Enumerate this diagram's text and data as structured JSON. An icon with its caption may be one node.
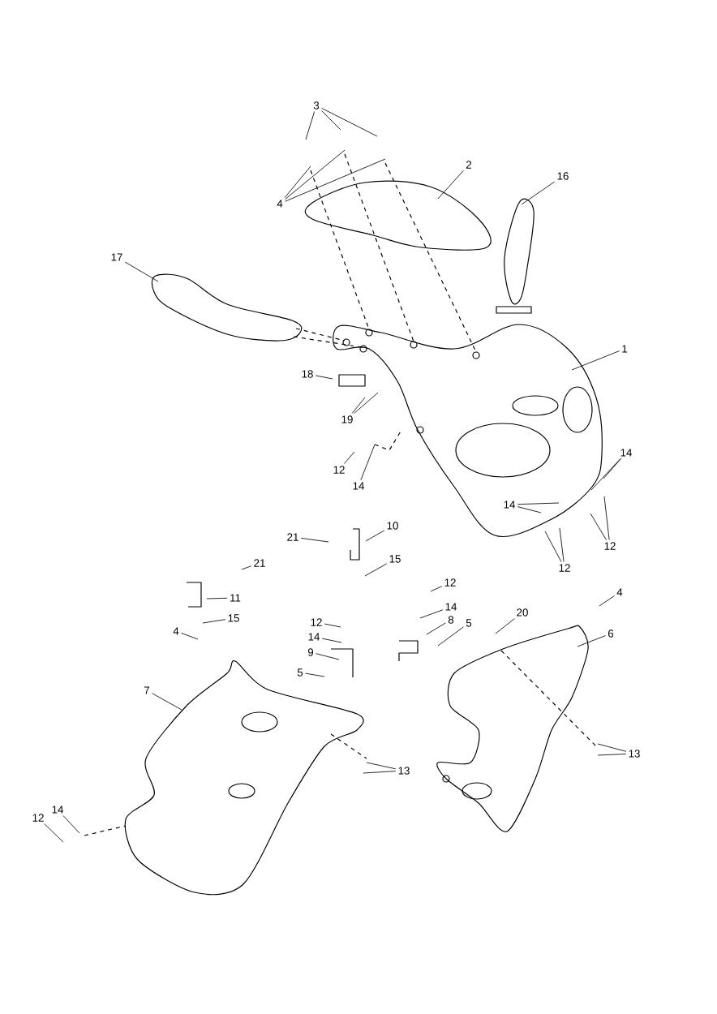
{
  "diagram": {
    "nodes": [
      {
        "text": [
          "1"
        ]
      },
      {
        "text": [
          "2"
        ]
      },
      {
        "text": [
          "3"
        ]
      },
      {
        "text": [
          "4"
        ]
      },
      {
        "text": [
          "16"
        ]
      },
      {
        "text": [
          "17"
        ]
      },
      {
        "text": [
          "18"
        ]
      },
      {
        "text": [
          "19"
        ]
      },
      {
        "text": [
          "12"
        ]
      },
      {
        "text": [
          "14"
        ]
      },
      {
        "text": [
          "14"
        ]
      },
      {
        "text": [
          "14"
        ]
      },
      {
        "text": [
          "12"
        ]
      },
      {
        "text": [
          "12"
        ]
      },
      {
        "text": [
          "21"
        ]
      },
      {
        "text": [
          "10"
        ]
      },
      {
        "text": [
          "15"
        ]
      },
      {
        "text": [
          "21"
        ]
      },
      {
        "text": [
          "11"
        ]
      },
      {
        "text": [
          "15"
        ]
      },
      {
        "text": [
          "12"
        ]
      },
      {
        "text": [
          "14"
        ]
      },
      {
        "text": [
          "8"
        ]
      },
      {
        "text": [
          "5"
        ]
      },
      {
        "text": [
          "12"
        ]
      },
      {
        "text": [
          "14"
        ]
      },
      {
        "text": [
          "9"
        ]
      },
      {
        "text": [
          "5"
        ]
      },
      {
        "text": [
          "4"
        ]
      },
      {
        "text": [
          "20"
        ]
      },
      {
        "text": [
          "6"
        ]
      },
      {
        "text": [
          "4"
        ]
      },
      {
        "text": [
          "7"
        ]
      },
      {
        "text": [
          "13"
        ]
      },
      {
        "text": [
          "13"
        ]
      },
      {
        "text": [
          "12"
        ]
      },
      {
        "text": [
          "14"
        ]
      }
    ],
    "edges": [
      {
        "from": 0,
        "to": null,
        "arrow": "none"
      },
      {
        "from": 1,
        "to": null,
        "arrow": "none"
      },
      {
        "from": 2,
        "to": null,
        "arrow": "none"
      },
      {
        "from": 2,
        "to": null,
        "arrow": "none"
      },
      {
        "from": 2,
        "to": null,
        "arrow": "none"
      },
      {
        "from": 3,
        "to": null,
        "arrow": "none"
      },
      {
        "from": 3,
        "to": null,
        "arrow": "none"
      },
      {
        "from": 3,
        "to": null,
        "arrow": "none"
      },
      {
        "from": 4,
        "to": null,
        "arrow": "none"
      },
      {
        "from": 5,
        "to": null,
        "arrow": "none"
      },
      {
        "from": 6,
        "to": null,
        "arrow": "none"
      },
      {
        "from": 7,
        "to": null,
        "arrow": "none"
      },
      {
        "from": 7,
        "to": null,
        "arrow": "none"
      },
      {
        "from": 8,
        "to": null,
        "arrow": "none"
      },
      {
        "from": 9,
        "to": null,
        "arrow": "none"
      },
      {
        "from": 10,
        "to": null,
        "arrow": "none"
      },
      {
        "from": 10,
        "to": null,
        "arrow": "none"
      },
      {
        "from": 11,
        "to": null,
        "arrow": "none"
      },
      {
        "from": 11,
        "to": null,
        "arrow": "none"
      },
      {
        "from": 12,
        "to": null,
        "arrow": "none"
      },
      {
        "from": 12,
        "to": null,
        "arrow": "none"
      },
      {
        "from": 13,
        "to": null,
        "arrow": "none"
      },
      {
        "from": 13,
        "to": null,
        "arrow": "none"
      },
      {
        "from": 14,
        "to": null,
        "arrow": "none"
      },
      {
        "from": 15,
        "to": null,
        "arrow": "none"
      },
      {
        "from": 16,
        "to": null,
        "arrow": "none"
      },
      {
        "from": 17,
        "to": null,
        "arrow": "none"
      },
      {
        "from": 18,
        "to": null,
        "arrow": "none"
      },
      {
        "from": 19,
        "to": null,
        "arrow": "none"
      },
      {
        "from": 20,
        "to": null,
        "arrow": "none"
      },
      {
        "from": 21,
        "to": null,
        "arrow": "none"
      },
      {
        "from": 22,
        "to": null,
        "arrow": "none"
      },
      {
        "from": 23,
        "to": null,
        "arrow": "none"
      },
      {
        "from": 24,
        "to": null,
        "arrow": "none"
      },
      {
        "from": 25,
        "to": null,
        "arrow": "none"
      },
      {
        "from": 26,
        "to": null,
        "arrow": "none"
      },
      {
        "from": 27,
        "to": null,
        "arrow": "none"
      },
      {
        "from": 28,
        "to": null,
        "arrow": "none"
      },
      {
        "from": 29,
        "to": null,
        "arrow": "none"
      },
      {
        "from": 30,
        "to": null,
        "arrow": "none"
      },
      {
        "from": 31,
        "to": null,
        "arrow": "none"
      },
      {
        "from": 32,
        "to": null,
        "arrow": "none"
      },
      {
        "from": 33,
        "to": null,
        "arrow": "none"
      },
      {
        "from": 33,
        "to": null,
        "arrow": "none"
      },
      {
        "from": 34,
        "to": null,
        "arrow": "none"
      },
      {
        "from": 34,
        "to": null,
        "arrow": "none"
      },
      {
        "from": 35,
        "to": null,
        "arrow": "none"
      },
      {
        "from": 36,
        "to": null,
        "arrow": "none"
      }
    ]
  }
}
